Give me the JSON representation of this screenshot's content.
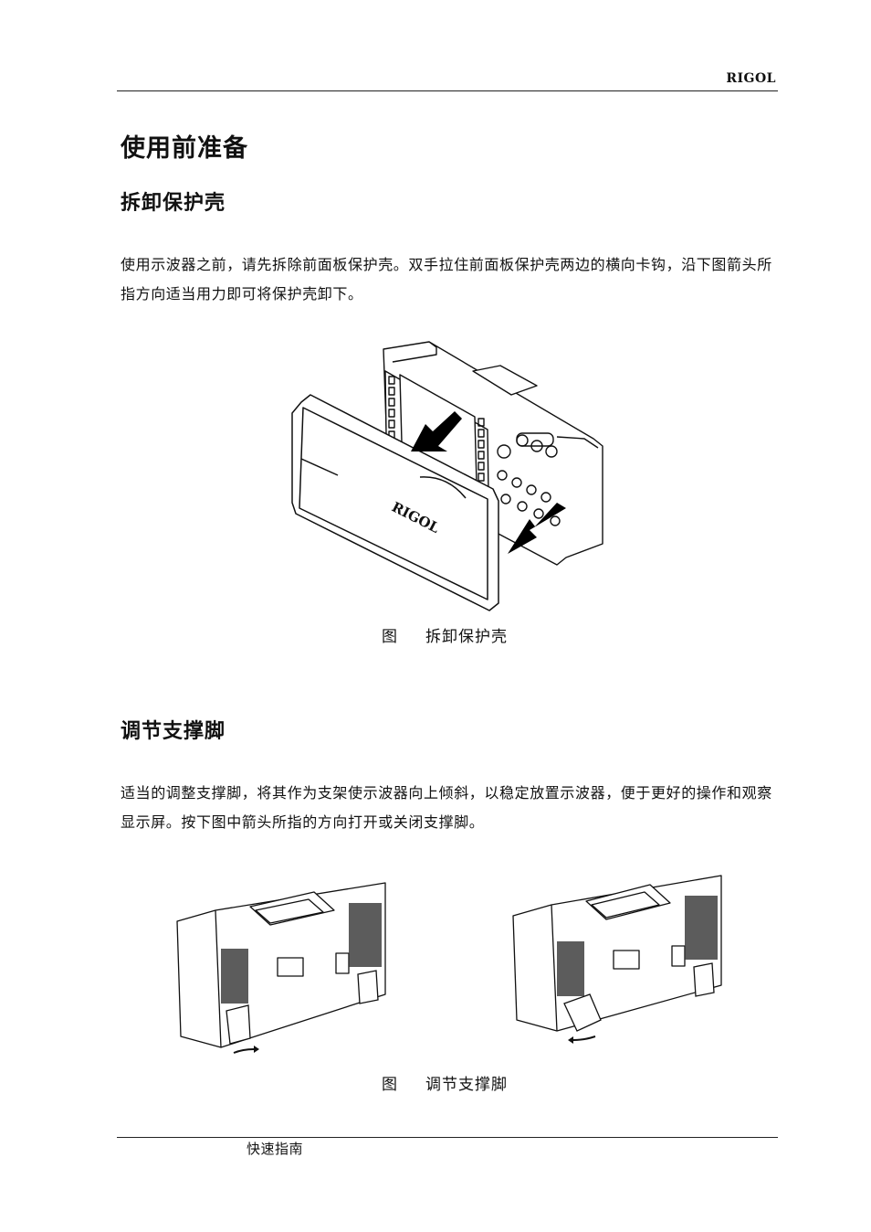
{
  "header": {
    "brand": "RIGOL"
  },
  "title": "使用前准备",
  "sections": [
    {
      "heading": "拆卸保护壳",
      "paragraph": "使用示波器之前，请先拆除前面板保护壳。双手拉住前面板保护壳两边的横向卡钩，沿下图箭头所指方向适当用力即可将保护壳卸下。",
      "figure": {
        "label": "图",
        "caption": "拆卸保护壳",
        "cover_logo": "RIGOL"
      }
    },
    {
      "heading": "调节支撑脚",
      "paragraph": "适当的调整支撑脚，将其作为支架使示波器向上倾斜，以稳定放置示波器，便于更好的操作和观察显示屏。按下图中箭头所指的方向打开或关闭支撑脚。",
      "figure": {
        "label": "图",
        "caption": "调节支撑脚"
      }
    }
  ],
  "footer": {
    "text": "快速指南"
  }
}
